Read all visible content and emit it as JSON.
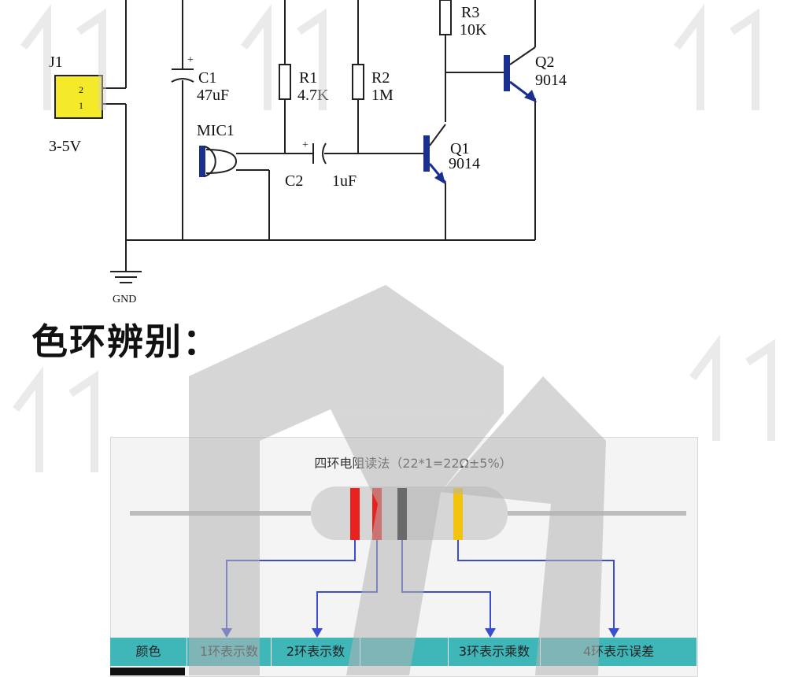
{
  "schematic": {
    "j1": {
      "ref": "J1",
      "pin2": "2",
      "pin1": "1",
      "voltage": "3-5V"
    },
    "c1": {
      "ref": "C1",
      "value": "47uF",
      "plus": "+"
    },
    "r1": {
      "ref": "R1",
      "value": "4.7K"
    },
    "r2": {
      "ref": "R2",
      "value": "1M"
    },
    "r3": {
      "ref": "R3",
      "value": "10K"
    },
    "mic": {
      "ref": "MIC1"
    },
    "c2": {
      "ref": "C2",
      "value": "1uF",
      "plus": "+"
    },
    "q1": {
      "ref": "Q1",
      "value": "9014"
    },
    "q2": {
      "ref": "Q2",
      "value": "9014"
    },
    "gnd": {
      "label": "GND"
    }
  },
  "heading": "色环辨别：",
  "resistor_panel": {
    "title": "四环电阻读法（22*1=22Ω±5%）",
    "bands": [
      {
        "color": "#e8231f"
      },
      {
        "color": "#e8231f"
      },
      {
        "color": "#111111"
      },
      {
        "color": "#f2c40d"
      }
    ],
    "columns": [
      "颜色",
      "1环表示数",
      "2环表示数",
      "",
      "3环表示乘数",
      "4环表示误差"
    ]
  },
  "colors": {
    "teal_header": "#3fb6b8",
    "arrow_blue": "#3a4fd0",
    "watermark_gray": "#b4b4b4"
  }
}
